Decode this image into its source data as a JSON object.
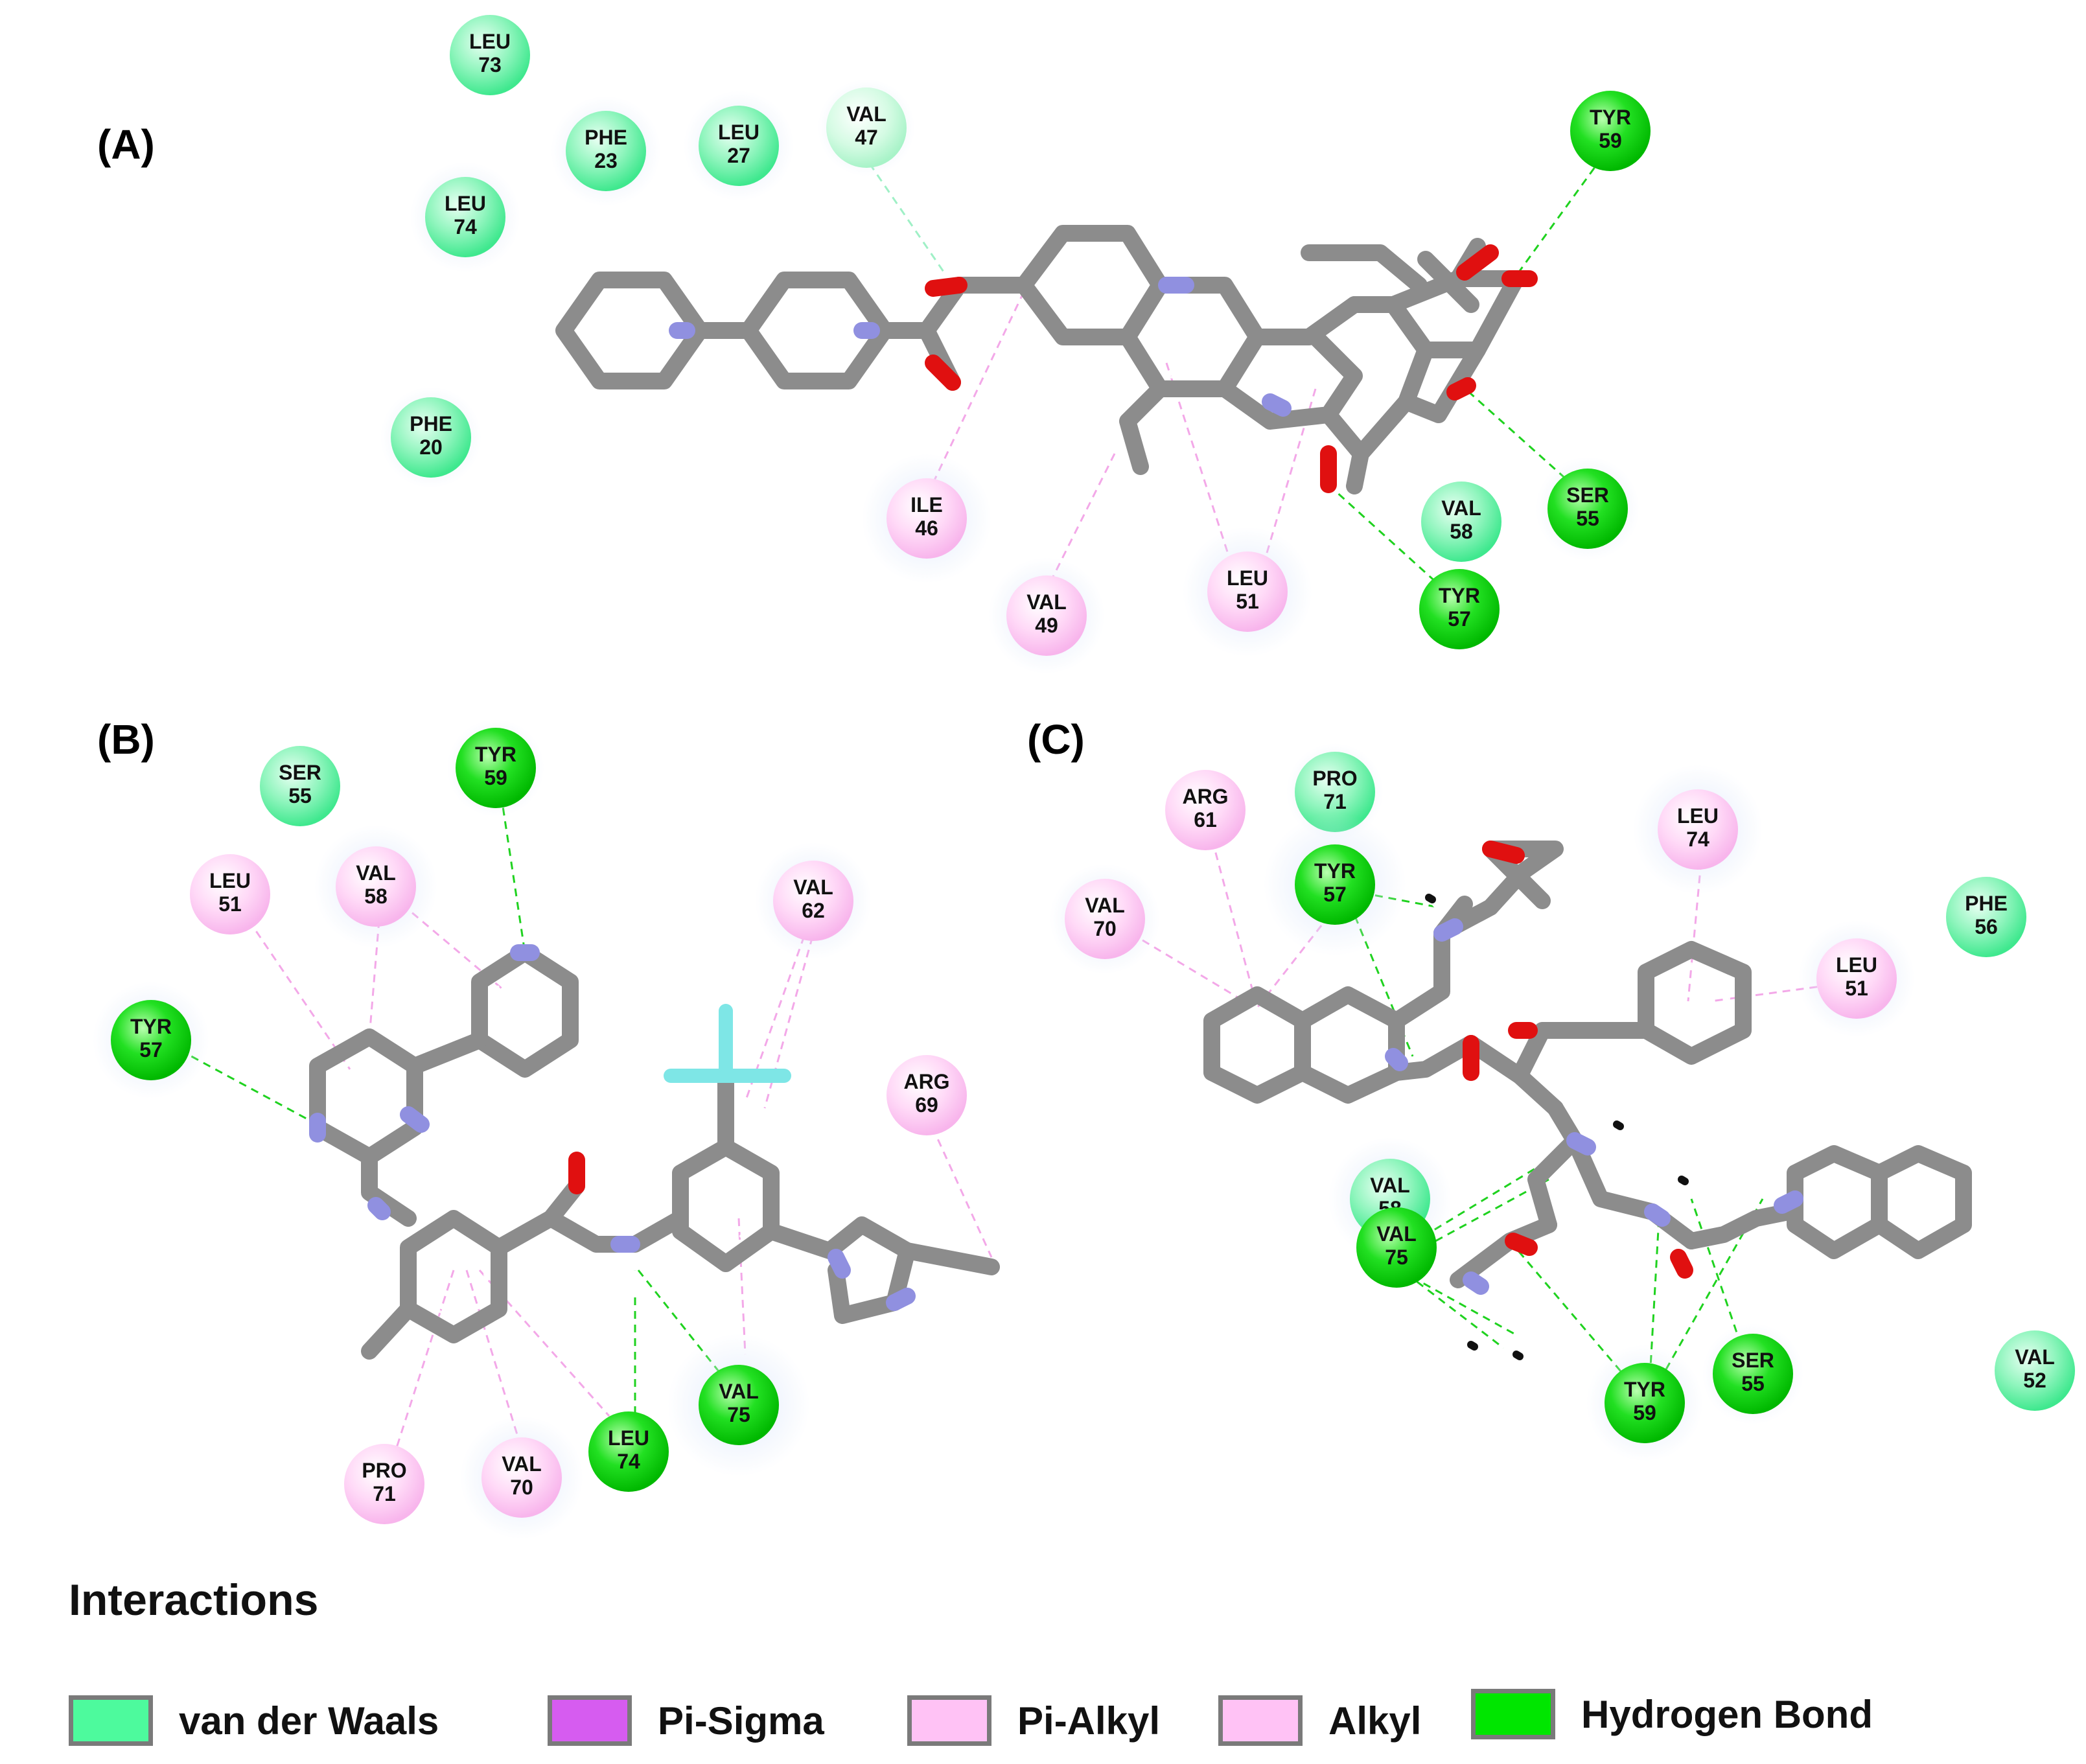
{
  "panels": [
    {
      "label": "(A)"
    },
    {
      "label": "(B)"
    },
    {
      "label": "(C)"
    }
  ],
  "colors": {
    "van_der_waals": "#4dfa9d",
    "pi_sigma": "#d65cf0",
    "pi_alkyl": "#ffc2f5",
    "alkyl": "#ffc2f5",
    "hydrogen_bond": "#00e600",
    "bond": "#8c8c8c",
    "oxygen": "#e01010",
    "nitrogen": "#9090e0",
    "fluorine": "#7ee6e6"
  },
  "residues": {
    "A": [
      {
        "name": "LEU",
        "num": "73",
        "type": "vdw"
      },
      {
        "name": "PHE",
        "num": "23",
        "type": "vdw"
      },
      {
        "name": "LEU",
        "num": "27",
        "type": "vdw"
      },
      {
        "name": "VAL",
        "num": "47",
        "type": "vdw"
      },
      {
        "name": "TYR",
        "num": "59",
        "type": "hbond"
      },
      {
        "name": "LEU",
        "num": "74",
        "type": "vdw"
      },
      {
        "name": "PHE",
        "num": "20",
        "type": "vdw"
      },
      {
        "name": "ILE",
        "num": "46",
        "type": "alkyl"
      },
      {
        "name": "VAL",
        "num": "49",
        "type": "alkyl"
      },
      {
        "name": "LEU",
        "num": "51",
        "type": "alkyl"
      },
      {
        "name": "VAL",
        "num": "58",
        "type": "vdw"
      },
      {
        "name": "SER",
        "num": "55",
        "type": "hbond"
      },
      {
        "name": "TYR",
        "num": "57",
        "type": "hbond"
      }
    ],
    "B": [
      {
        "name": "SER",
        "num": "55",
        "type": "vdw"
      },
      {
        "name": "TYR",
        "num": "59",
        "type": "hbond"
      },
      {
        "name": "LEU",
        "num": "51",
        "type": "alkyl"
      },
      {
        "name": "VAL",
        "num": "58",
        "type": "alkyl"
      },
      {
        "name": "VAL",
        "num": "62",
        "type": "alkyl"
      },
      {
        "name": "ARG",
        "num": "69",
        "type": "alkyl"
      },
      {
        "name": "TYR",
        "num": "57",
        "type": "hbond"
      },
      {
        "name": "PRO",
        "num": "71",
        "type": "alkyl"
      },
      {
        "name": "VAL",
        "num": "70",
        "type": "alkyl"
      },
      {
        "name": "LEU",
        "num": "74",
        "type": "hbond"
      },
      {
        "name": "VAL",
        "num": "75",
        "type": "hbond"
      }
    ],
    "C": [
      {
        "name": "ARG",
        "num": "61",
        "type": "alkyl"
      },
      {
        "name": "PRO",
        "num": "71",
        "type": "vdw"
      },
      {
        "name": "LEU",
        "num": "74",
        "type": "alkyl"
      },
      {
        "name": "TYR",
        "num": "57",
        "type": "hbond"
      },
      {
        "name": "VAL",
        "num": "70",
        "type": "alkyl"
      },
      {
        "name": "PHE",
        "num": "56",
        "type": "vdw"
      },
      {
        "name": "LEU",
        "num": "51",
        "type": "alkyl"
      },
      {
        "name": "VAL",
        "num": "58",
        "type": "vdw"
      },
      {
        "name": "VAL",
        "num": "75",
        "type": "hbond"
      },
      {
        "name": "TYR",
        "num": "59",
        "type": "hbond"
      },
      {
        "name": "SER",
        "num": "55",
        "type": "hbond"
      },
      {
        "name": "VAL",
        "num": "52",
        "type": "vdw"
      }
    ]
  },
  "legend": {
    "title": "Interactions",
    "items": [
      {
        "label": "van der Waals",
        "color": "#4dfa9d"
      },
      {
        "label": "Pi-Sigma",
        "color": "#d65cf0"
      },
      {
        "label": "Pi-Alkyl",
        "color": "#ffc2f5"
      },
      {
        "label": "Alkyl",
        "color": "#ffc2f5"
      },
      {
        "label": "Hydrogen Bond",
        "color": "#00e600"
      }
    ]
  }
}
